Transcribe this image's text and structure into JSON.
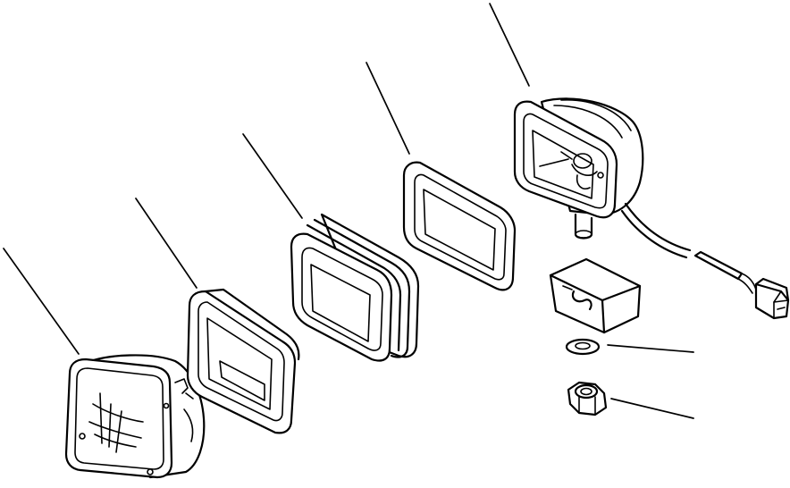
{
  "diagram": {
    "kind": "exploded-parts-view",
    "subject": "work-lamp-assembly",
    "ink_color": "#000000",
    "background_color": "#ffffff",
    "parts": [
      {
        "id": "lamp-lens-unit"
      },
      {
        "id": "front-bezel"
      },
      {
        "id": "rubber-boot"
      },
      {
        "id": "seal-gasket"
      },
      {
        "id": "lamp-housing"
      },
      {
        "id": "wire-harness-connector"
      },
      {
        "id": "mounting-bracket"
      },
      {
        "id": "washer"
      },
      {
        "id": "hex-nut"
      }
    ],
    "callout_count": 7
  }
}
